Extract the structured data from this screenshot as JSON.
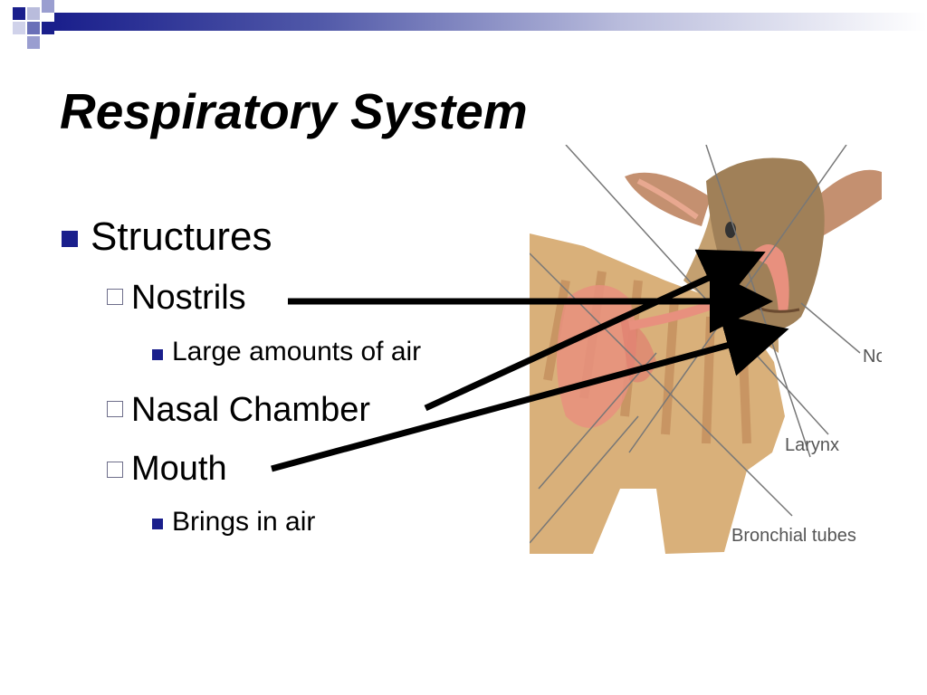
{
  "slide": {
    "title": "Respiratory System",
    "bullets": {
      "structures": "Structures",
      "nostrils": "Nostrils",
      "nostrils_detail": "Large amounts of air",
      "nasal_chamber": "Nasal Chamber",
      "mouth": "Mouth",
      "mouth_detail": "Brings in air"
    },
    "figure_labels": {
      "nose_partial": "No",
      "larynx": "Larynx",
      "bronchial_tubes": "Bronchial tubes"
    }
  },
  "colors": {
    "accent": "#1a1f8c",
    "arrow": "#000000",
    "animal_body": "#d9b07a",
    "animal_head": "#a08058",
    "lungs": "#e8907e"
  }
}
